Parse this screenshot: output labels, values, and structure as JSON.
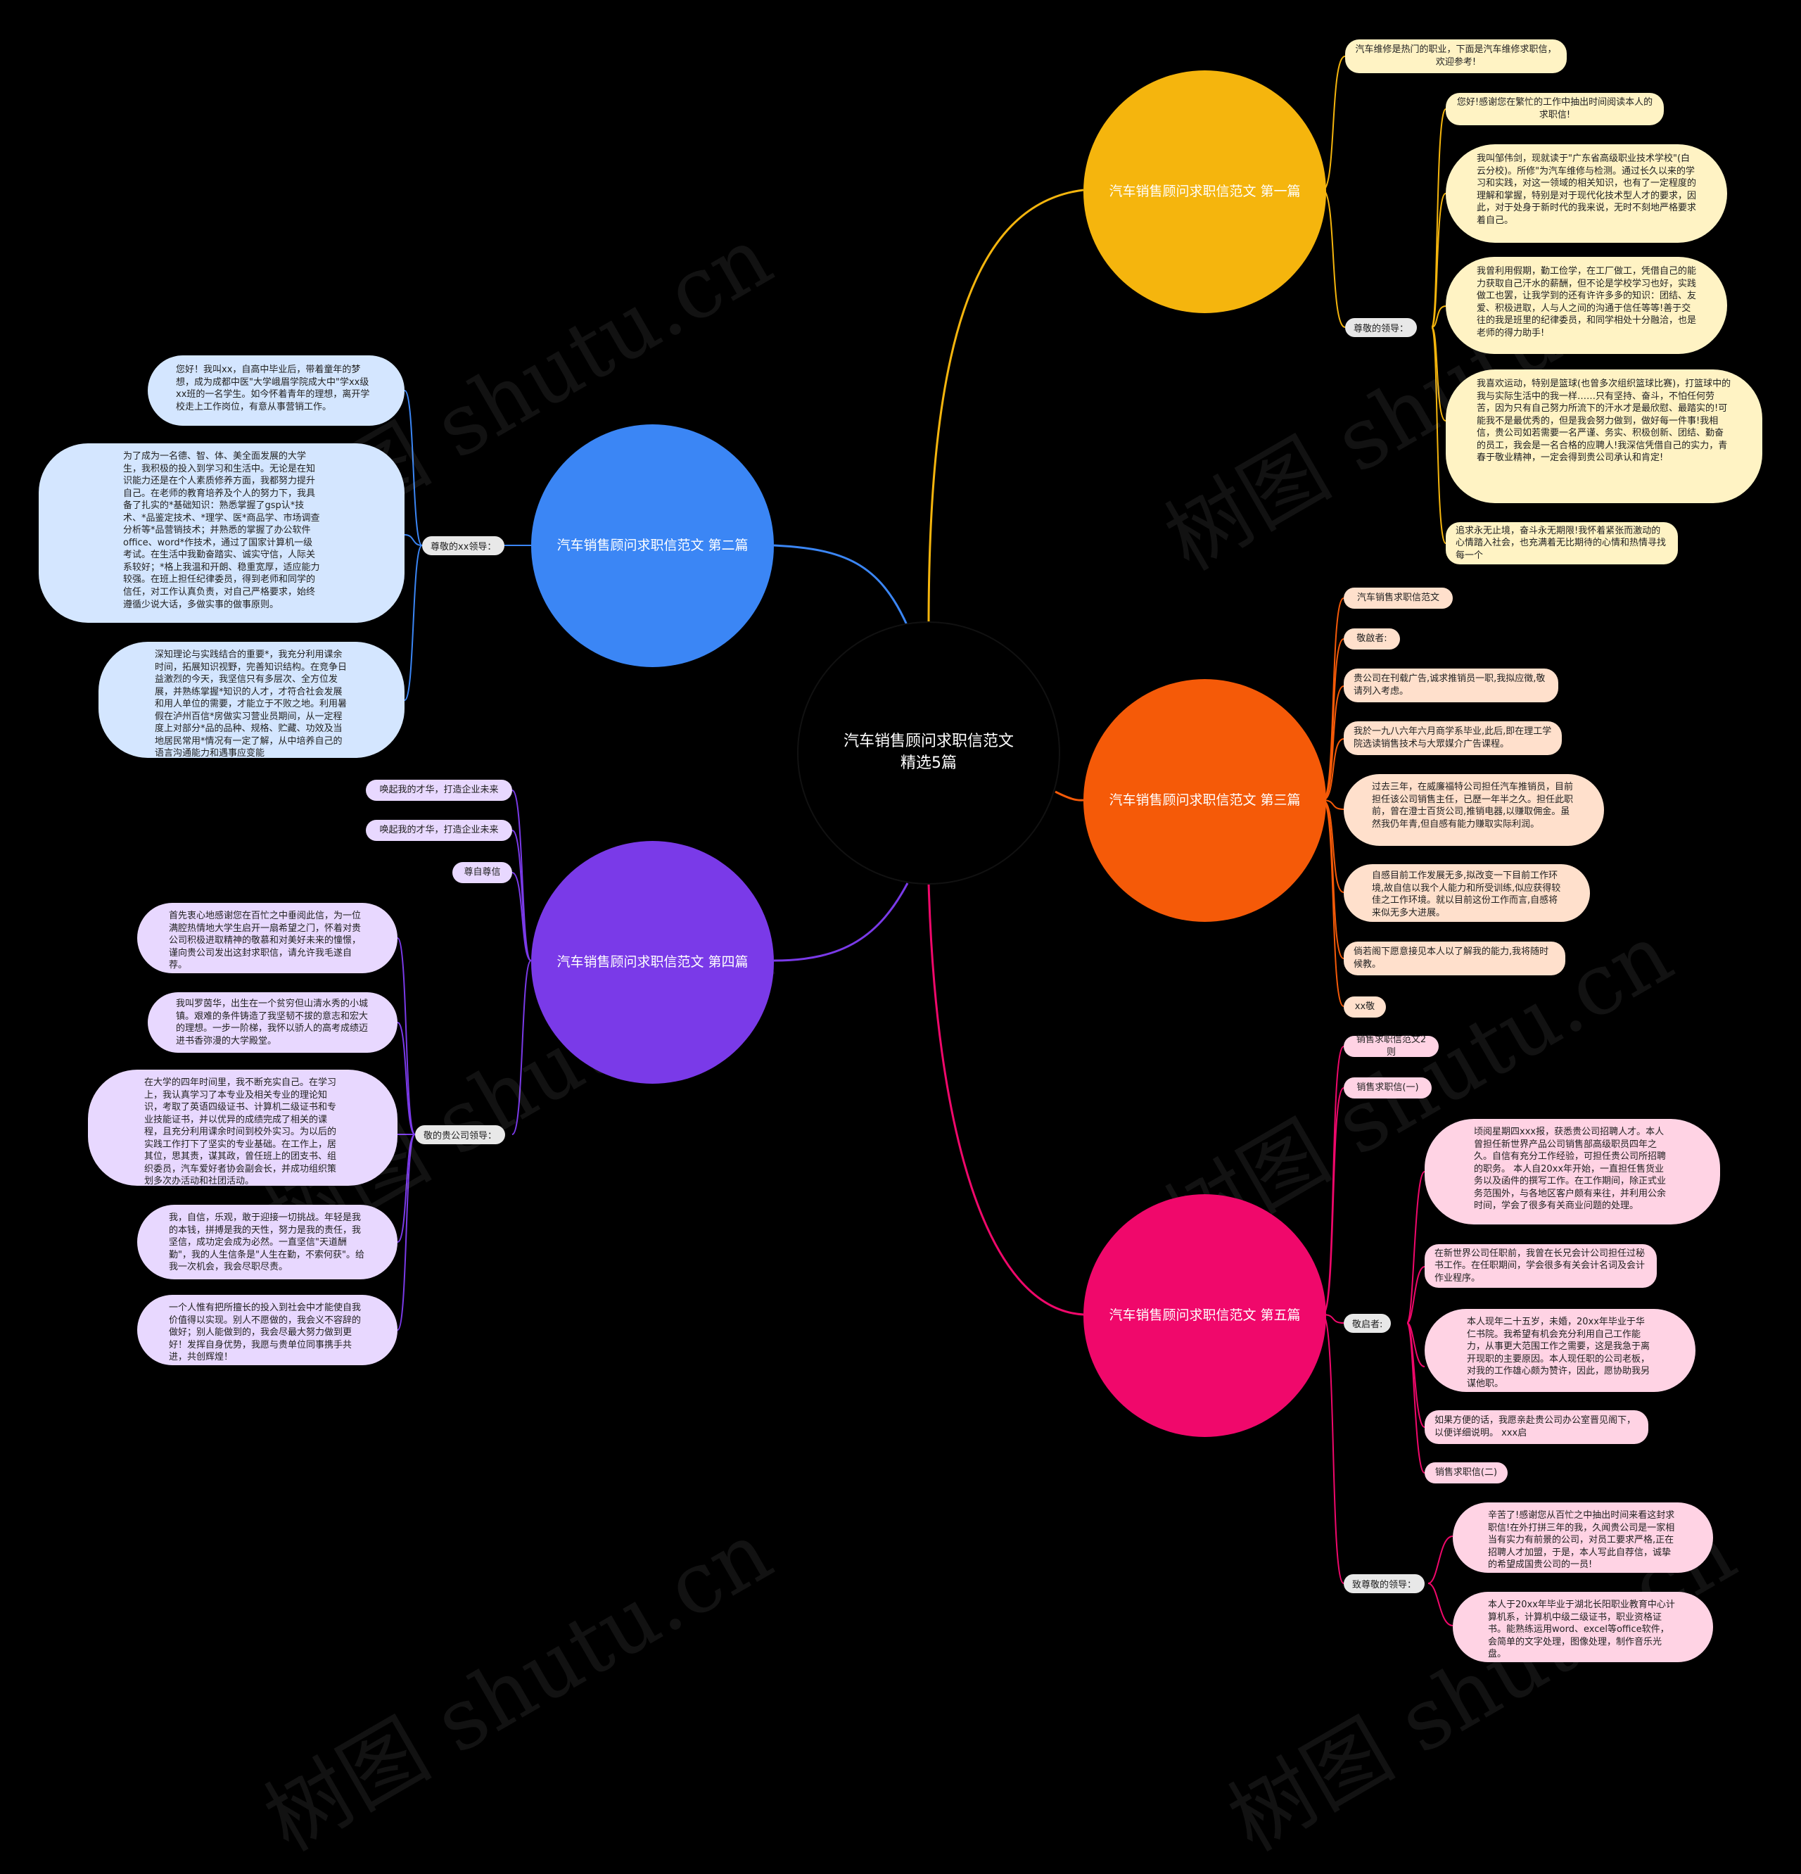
{
  "center": {
    "title_line1": "汽车销售顾问求职信范文",
    "title_line2": "精选5篇"
  },
  "colors": {
    "yellow": "#f5b50d",
    "orange": "#f55a08",
    "pink": "#f0086b",
    "blue": "#3b86f5",
    "purple": "#7a3ae8"
  },
  "branches": [
    {
      "title": "汽车销售顾问求职信范文 第一篇",
      "color": "#f5b50d"
    },
    {
      "title": "汽车销售顾问求职信范文 第二篇",
      "color": "#3b86f5"
    },
    {
      "title": "汽车销售顾问求职信范文 第三篇",
      "color": "#f55a08"
    },
    {
      "title": "汽车销售顾问求职信范文 第四篇",
      "color": "#7a3ae8"
    },
    {
      "title": "汽车销售顾问求职信范文 第五篇",
      "color": "#f0086b"
    }
  ],
  "b1": {
    "intro": "汽车维修是热门的职业，下面是汽车维修求职信，欢迎参考!",
    "label": "尊敬的领导：",
    "items": [
      "您好!感谢您在繁忙的工作中抽出时间阅读本人的求职信!",
      "我叫邹伟剑，现就读于\"广东省高级职业技术学校\"(白云分校)。所修\"为汽车维修与检测。通过长久以来的学习和实践，对这一领域的相关知识，也有了一定程度的理解和掌握，特别是对于现代化技术型人才的要求，因此，对于处身于新时代的我来说，无时不刻地严格要求着自己。",
      "我曾利用假期，勤工俭学，在工厂做工，凭借自己的能力获取自己汗水的薪酬，但不论是学校学习也好，实践做工也罢，让我学到的还有许许多多的知识：团结、友爱、积极进取，人与人之间的沟通于信任等等!善于交往的我是班里的纪律委员，和同学相处十分融洽，也是老师的得力助手!",
      "我喜欢运动，特别是篮球(也曾多次组织篮球比赛)，打篮球中的我与实际生活中的我一样……只有坚持、奋斗，不怕任何劳苦，因为只有自己努力所流下的汗水才是最欣慰、最踏实的!可能我不是最优秀的，但是我会努力做到，做好每一件事!我相信，贵公司如若需要一名严谨、务实、积极创新、团结、勤奋的员工，我会是一名合格的应聘人!我深信凭借自己的实力，青春于敬业精神，一定会得到贵公司承认和肯定!",
      "追求永无止境，奋斗永无期限!我怀着紧张而激动的心情踏入社会，也充满着无比期待的心情和热情寻找每一个"
    ]
  },
  "b2": {
    "label": "尊敬的xx领导：",
    "items": [
      "您好！我叫xx，自高中毕业后，带着童年的梦想，成为成都中医\"大学峨眉学院成大中\"学xx级xx班的一名学生。如今怀着青年的理想，离开学校走上工作岗位，有意从事营销工作。",
      "为了成为一名德、智、体、美全面发展的大学生，我积极的投入到学习和生活中。无论是在知识能力还是在个人素质修养方面，我都努力提升自己。在老师的教育培养及个人的努力下，我具备了扎实的*基础知识：熟悉掌握了gsp认*技术、*品鉴定技术、*理学、医*商品学、市场调查分析等*品营销技术；并熟悉的掌握了办公软件office、word*作技术，通过了国家计算机一级考试。在生活中我勤奋踏实、诚实守信，人际关系较好；*格上我温和开朗、稳重宽厚，适应能力较强。在班上担任纪律委员，得到老师和同学的信任，对工作认真负责，对自己严格要求，始终遵循少说大话，多做实事的做事原则。",
      "深知理论与实践结合的重要*，我充分利用课余时间，拓展知识视野，完善知识结构。在竞争日益激烈的今天，我坚信只有多层次、全方位发展，并熟练掌握*知识的人才，才符合社会发展和用人单位的需要，才能立于不败之地。利用暑假在泸州百信*房做实习营业员期间，从一定程度上对部分*品的品种、规格、贮藏、功效及当地居民常用*情况有一定了解，从中培养自己的语言沟通能力和遇事应变能"
    ]
  },
  "b3": {
    "items": [
      "汽车销售求职信范文",
      "敬啟者:",
      "贵公司在刊载广告,诚求推销员一职,我拟应徵,敬请列入考虑。",
      "我於一九八六年六月商学系毕业,此后,即在理工学院选读销售技术与大眾媒介广告课程。",
      "过去三年，在威廉福特公司担任汽车推销员，目前担任该公司销售主任，已歷一年半之久。担任此职前，曾在澄士百货公司,推销电器,以赚取佣金。虽然我仍年青,但自感有能力赚取实际利润。",
      "自感目前工作发展无多,拟改变一下目前工作环境,故自信以我个人能力和所受训练,似应获得较佳之工作环境。就以目前这份工作而言,自感将来似无多大进展。",
      "倘若阁下愿意接见本人以了解我的能力,我将随时候教。",
      "xx敬"
    ]
  },
  "b4": {
    "top": [
      "唤起我的才华，打造企业未来",
      "唤起我的才华，打造企业未来",
      "尊自尊信"
    ],
    "label": "敬的贵公司领导：",
    "items": [
      "首先衷心地感谢您在百忙之中垂阅此信，为一位满腔热情地大学生启开一扇希望之门，怀着对贵公司积极进取精神的敬慕和对美好未来的憧憬，谨向贵公司发出这封求职信，请允许我毛遂自荐。",
      "我叫罗茵华，出生在一个贫穷但山清水秀的小城镇。艰难的条件铸造了我坚韧不拔的意志和宏大的理想。一步一阶梯，我怀以骄人的高考成绩迈进书香弥漫的大学殿堂。",
      "在大学的四年时间里，我不断充实自己。在学习上，我认真学习了本专业及相关专业的理论知识，考取了英语四级证书、计算机二级证书和专业技能证书，并以优异的成绩完成了相关的课程，且充分利用课余时间到校外实习。为以后的实践工作打下了坚实的专业基础。在工作上，居其位，思其责，谋其政，曾任班上的团支书、组织委员，汽车爱好者协会副会长，并成功组织策划多次办活动和社团活动。",
      "我，自信，乐观，敢于迎接一切挑战。年轻是我的本钱，拼搏是我的天性，努力是我的责任，我坚信，成功定会成为必然。一直坚信\"天道酬勤\"，我的人生信条是\"人生在勤，不索何获\"。给我一次机会，我会尽职尽责。",
      "一个人惟有把所擅长的投入到社会中才能使自我价值得以实现。别人不愿做的，我会义不容辞的做好；别人能做到的，我会尽最大努力做到更好！发挥自身优势，我愿与贵单位同事携手共进，共创辉煌！"
    ]
  },
  "b5": {
    "top": [
      "销售求职信范文2则",
      "销售求职信(一)"
    ],
    "label1": "敬启者:",
    "items1": [
      "顷阅星期四xxx报，获悉贵公司招聘人才。本人曾担任新世界产品公司销售部高级职员四年之久。自信有充分工作经验，可担任贵公司所招聘的职务。 本人自20xx年开始，一直担任售货业务以及函件的撰写工作。在工作期间，除正式业务范围外，与各地区客户颇有来往，并利用公余时间，学会了很多有关商业问题的处理。",
      "在新世界公司任职前，我曾在长兄会计公司担任过秘书工作。在任职期间，学会很多有关会计名词及会计作业程序。",
      "本人现年二十五岁，未婚，20xx年毕业于华仁书院。我希望有机会充分利用自己工作能力，从事更大范围工作之需要，这是我急于离开现职的主要原因。本人现任职的公司老板，对我的工作雄心颇为赞许，因此，愿协助我另谋他职。",
      "如果方便的话，我愿亲赴贵公司办公室晋见阁下，以便详细说明。 xxx启",
      "销售求职信(二)"
    ],
    "label2": "致尊敬的领导：",
    "items2": [
      "辛苦了!感谢您从百忙之中抽出时间来看这封求职信!在外打拼三年的我，久闻贵公司是一家相当有实力有前景的公司，对员工要求严格,正在招聘人才加盟，于是，本人写此自荐信，诚挚的希望成国贵公司的一员!",
      "本人于20xx年毕业于湖北长阳职业教育中心计算机系，计算机中级二级证书，职业资格证书。能熟练运用word、excel等office软件，会简单的文字处理，图像处理，制作音乐光盘。"
    ]
  },
  "watermarks": [
    "树图 shutu.cn",
    "树图 shutu.cn",
    "树图 shutu.cn",
    "树图 shutu.cn",
    "树图 shutu.cn",
    "树图 shutu.cn"
  ]
}
